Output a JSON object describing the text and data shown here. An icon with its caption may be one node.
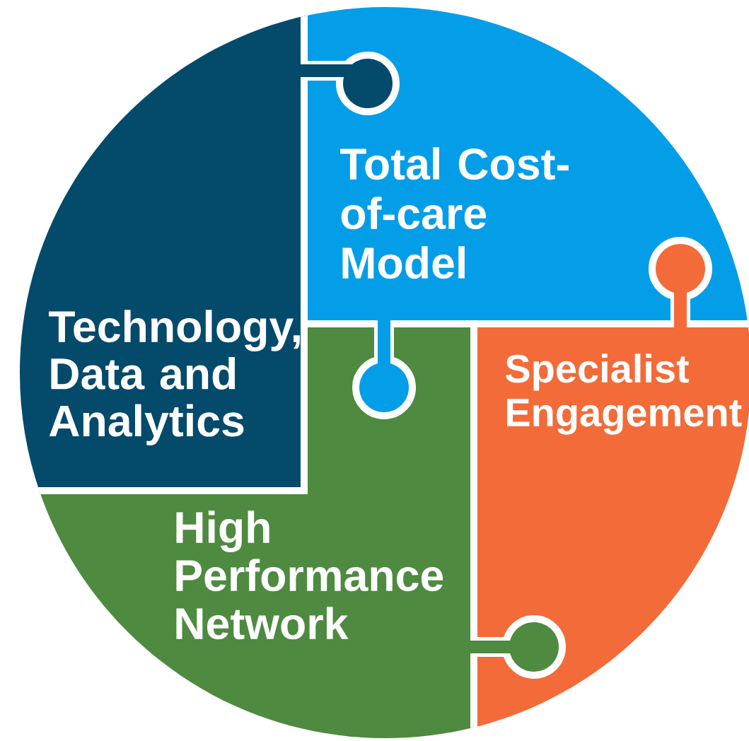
{
  "diagram": {
    "nodes": [
      {
        "text": [
          "Total Cost-of-care Model"
        ]
      },
      {
        "text": [
          "Technology, Data and Analytics"
        ]
      },
      {
        "text": [
          "Specialist Engagement"
        ]
      },
      {
        "text": [
          "High Performance Network"
        ]
      }
    ]
  }
}
